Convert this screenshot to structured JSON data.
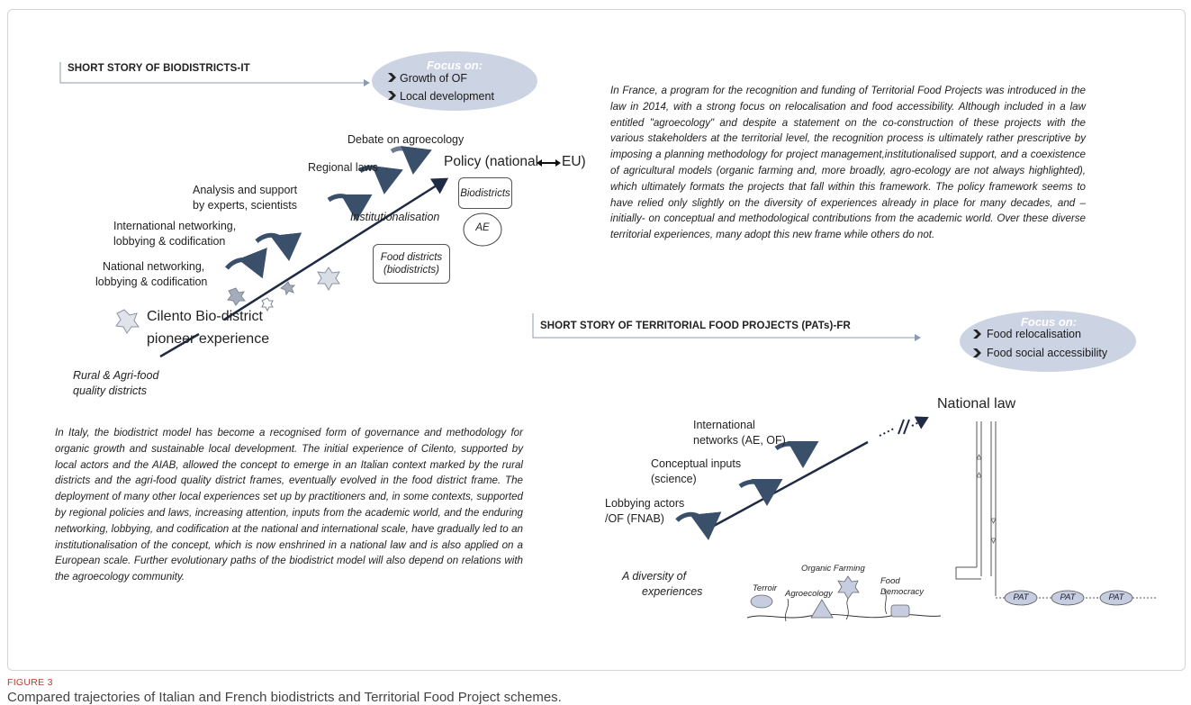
{
  "it_story": {
    "title": "SHORT STORY OF BIODISTRICTS-IT",
    "focus_heading": "Focus on:",
    "focus_items": [
      "Growth of OF",
      "Local development"
    ],
    "pioneer_line1": "Cilento Bio-district",
    "pioneer_line2": "pioneer experience",
    "rural_line1": "Rural & Agri-food",
    "rural_line2": "quality districts",
    "steps": {
      "national_1": "National networking,",
      "national_2": "lobbying & codification",
      "international_1": "International networking,",
      "international_2": "lobbying & codification",
      "analysis_1": "Analysis and support",
      "analysis_2": "by experts, scientists",
      "regional": "Regional laws",
      "debate": "Debate on agroecology"
    },
    "institutionalisation": "Institutionalisation",
    "policy_prefix": "Policy (national",
    "policy_suffix": "EU)",
    "boxes": {
      "biodistricts": "Biodistricts",
      "ae": "AE",
      "food_1": "Food districts",
      "food_2": "(biodistricts)"
    },
    "paragraph": "In Italy, the biodistrict model has become a recognised form of governance and methodology for organic growth and sustainable local development. The initial experience of Cilento, supported by local actors and the AIAB, allowed the concept to emerge in an Italian context marked by the rural districts and the agri-food quality district frames, eventually evolved in the food district frame. The deployment of many other local experiences set up by practitioners and, in some contexts, supported by regional policies and laws, increasing attention, inputs from the academic world, and the enduring networking, lobbying, and codification at the national and international scale, have gradually led to an institutionalisation of the concept, which is now enshrined in a national law and is also applied on a European scale. Further evolutionary paths of the biodistrict model will also depend on relations with the agroecology community."
  },
  "fr_story": {
    "paragraph": "In France, a program for the recognition and funding of Territorial Food Projects was introduced in the law in 2014, with a strong focus on relocalisation and food accessibility. Although included in a law entitled \"agroecology\" and despite a statement on the co-construction of these projects with the various stakeholders at the territorial level, the recognition process is ultimately rather prescriptive by imposing a planning methodology for project management,institutionalised support, and a coexistence of agricultural models (organic farming and, more broadly, agro-ecology are not always highlighted), which ultimately formats the projects that fall within this framework. The policy framework seems to have relied only slightly on the diversity of experiences already in place for many decades, and – initially- on conceptual and methodological contributions from the academic world. Over these diverse territorial experiences, many adopt this new frame while others do not.",
    "title": "SHORT STORY OF TERRITORIAL FOOD PROJECTS (PATs)-FR",
    "focus_heading": "Focus on:",
    "focus_items": [
      "Food relocalisation",
      "Food social accessibility"
    ],
    "national_law": "National law",
    "steps": {
      "international_1": "International",
      "international_2": "networks (AE, OF)",
      "conceptual_1": "Conceptual inputs",
      "conceptual_2": "(science)",
      "lobbying_1": "Lobbying actors",
      "lobbying_2": "/OF (FNAB)"
    },
    "diversity_1": "A diversity of",
    "diversity_2": "experiences",
    "ground_labels": {
      "terroir": "Terroir",
      "agroecology": "Agroecology",
      "organic": "Organic Farming",
      "food_1": "Food",
      "food_2": "Democracy"
    },
    "pats": [
      "PAT",
      "PAT",
      "PAT"
    ]
  },
  "caption": {
    "label": "FIGURE 3",
    "text": "Compared trajectories of Italian and French biodistricts and Territorial Food Project schemes."
  },
  "colors": {
    "focus_ellipse": "#ccd3e3",
    "focus_heading": "#ffffff",
    "arrow_curve": "#3a4f6a",
    "main_line": "#1f2a44",
    "star_fill": "#a6adba",
    "pat_fill": "#c6cde0",
    "caption_label": "#c0392b"
  }
}
